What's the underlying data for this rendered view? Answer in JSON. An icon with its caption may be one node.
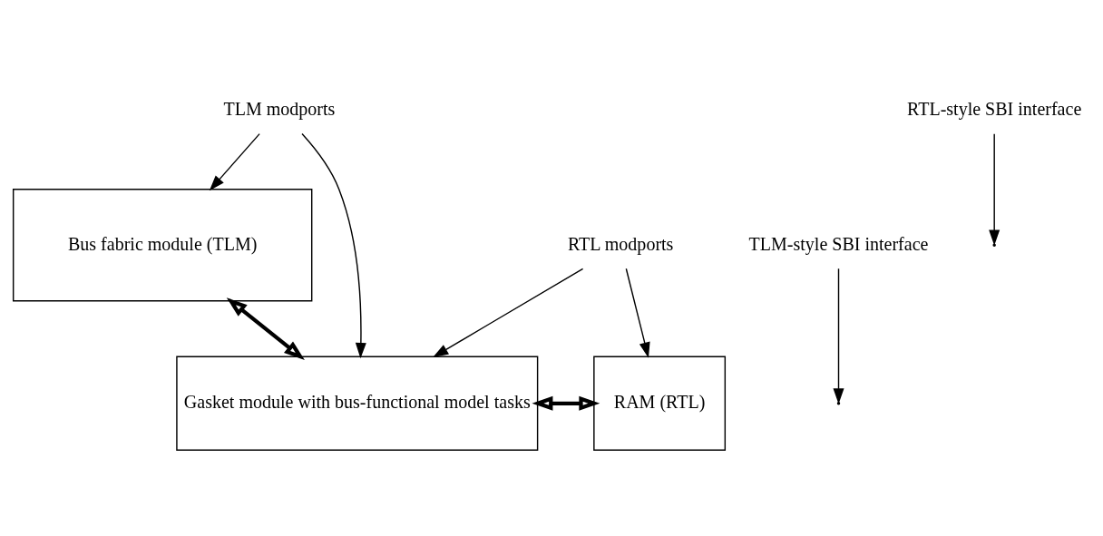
{
  "diagram": {
    "nodes": [
      {
        "text": [
          "Bus fabric module (TLM)"
        ]
      },
      {
        "text": [
          "Gasket module with bus-functional model tasks"
        ]
      },
      {
        "text": [
          "RAM (RTL)"
        ]
      },
      {
        "text": [
          "TLM-style SBI interface"
        ]
      },
      {
        "text": [
          "TLM modports"
        ]
      },
      {
        "text": [
          "RTL modports"
        ]
      },
      {
        "text": [
          "RTL-style SBI interface"
        ]
      }
    ],
    "edges": [
      {
        "from": 0,
        "to": 1,
        "arrow": "both",
        "style": "thick"
      },
      {
        "from": 1,
        "to": 2,
        "arrow": "both",
        "style": "thick"
      },
      {
        "from": 3,
        "to": null,
        "arrow": "to"
      },
      {
        "from": 4,
        "to": 0,
        "arrow": "to"
      },
      {
        "from": 4,
        "to": 1,
        "arrow": "to"
      },
      {
        "from": 5,
        "to": 1,
        "arrow": "to"
      },
      {
        "from": 5,
        "to": 2,
        "arrow": "to"
      },
      {
        "from": 6,
        "to": null,
        "arrow": "to"
      }
    ]
  }
}
